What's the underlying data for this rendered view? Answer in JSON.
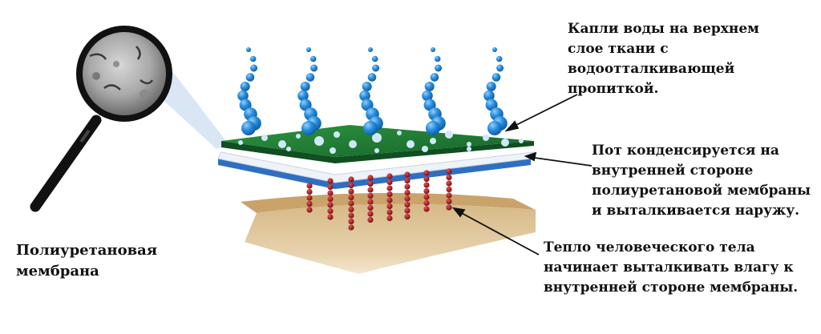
{
  "labels": {
    "water_drops": [
      "Капли воды на верхнем",
      "слое ткани с",
      "водоотталкивающей",
      "пропиткой."
    ],
    "sweat": [
      "Пот конденсируется на",
      "внутренней стороне",
      "полиуретановой мембраны",
      "и выталкивается наружу."
    ],
    "body_heat": [
      "Тепло человеческого тела",
      "начинает выталкивать влагу к",
      "внутренней стороне мембраны."
    ],
    "membrane": [
      "Полиуретановая",
      "мембрана"
    ]
  },
  "colors": {
    "outer_fabric": "#1f7a2e",
    "membrane_top": "#e8eef6",
    "membrane_blue": "#2f6fc2",
    "skin": "#d9bf8f",
    "water_drop": "#1c7fd1",
    "sweat_drop": "#a3151b",
    "text": "#111111"
  },
  "icons": [
    "magnifier-icon"
  ]
}
